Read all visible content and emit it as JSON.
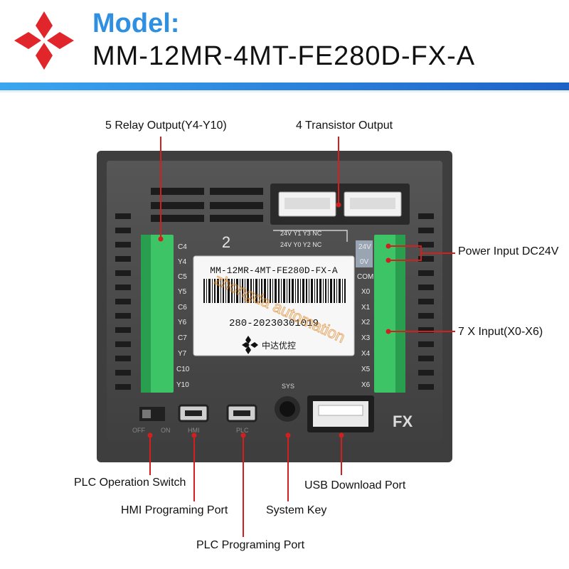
{
  "header": {
    "title": "Model:",
    "model": "MM-12MR-4MT-FE280D-FX-A",
    "accent": "#2f8fe0",
    "logo_color": "#e0262b"
  },
  "device": {
    "body_color": "#4a4a4a",
    "panel_color": "#5c5c5c",
    "slot_number": "2",
    "transistor_labels": [
      "24V Y1 Y3 NC",
      "24V Y0 Y2 NC"
    ],
    "left_terminals": [
      "C4",
      "Y4",
      "C5",
      "Y5",
      "C6",
      "Y6",
      "C7",
      "Y7",
      "C10",
      "Y10"
    ],
    "right_terminals": [
      "24V",
      "0V",
      "COM",
      "X0",
      "X1",
      "X2",
      "X3",
      "X4",
      "X5",
      "X6"
    ],
    "sticker_model": "MM-12MR-4MT-FE280D-FX-A",
    "sticker_serial": "280-20230301019",
    "sticker_brand": "中达优控",
    "watermark": "zhongda automation",
    "sys_label": "SYS",
    "switch_labels": [
      "OFF",
      "ON"
    ],
    "hmi_port_label": "HMI",
    "plc_port_label": "PLC",
    "fx_label": "FX",
    "terminal_color": "#3cc466"
  },
  "callouts": {
    "relay_output": "5 Relay Output(Y4-Y10)",
    "transistor_output": "4 Transistor Output",
    "power_input": "Power Input DC24V",
    "x_input": "7 X Input(X0-X6)",
    "plc_switch": "PLC Operation Switch",
    "hmi_port": "HMI Programing Port",
    "system_key": "System Key",
    "usb_port": "USB Download Port",
    "plc_port": "PLC Programing Port",
    "line_color": "#d41f1f"
  }
}
